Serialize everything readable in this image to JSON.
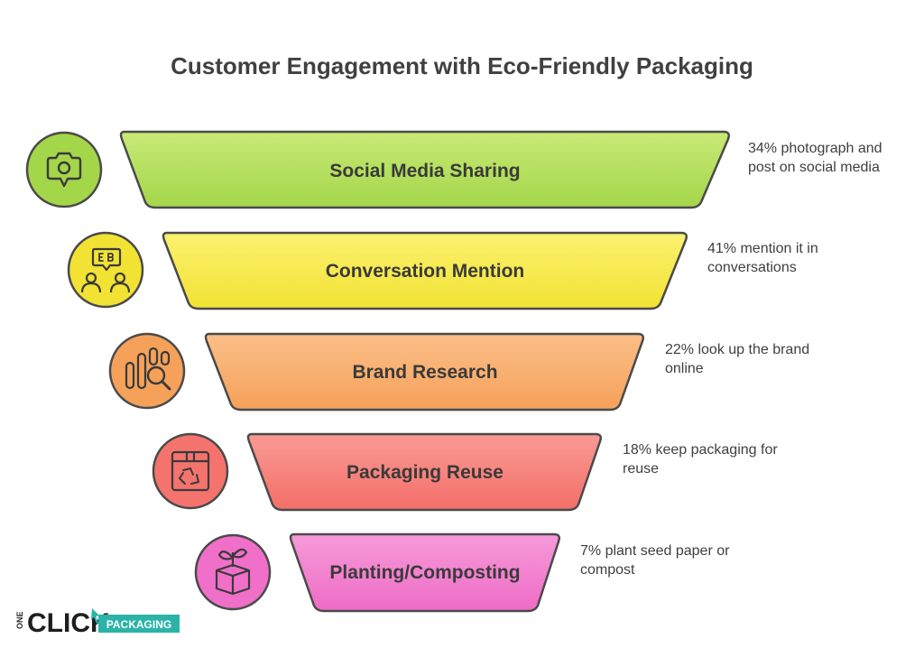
{
  "title": "Customer Engagement with Eco-Friendly Packaging",
  "stages": [
    {
      "label": "Social Media Sharing",
      "desc_line1": "34% photograph and",
      "desc_line2": "post on social media",
      "icon": "camera-icon",
      "fill": "#a4d64a",
      "fill_light": "#c3e86f",
      "stroke": "#4a4a4a"
    },
    {
      "label": "Conversation Mention",
      "desc_line1": "41% mention it in",
      "desc_line2": "conversations",
      "icon": "conversation-icon",
      "fill": "#f2e233",
      "fill_light": "#f8ef5f",
      "stroke": "#4a4a4a"
    },
    {
      "label": "Brand Research",
      "desc_line1": "22% look up the brand",
      "desc_line2": "online",
      "icon": "search-chart-icon",
      "fill": "#f5a15a",
      "fill_light": "#f9bb82",
      "stroke": "#4a4a4a"
    },
    {
      "label": "Packaging Reuse",
      "desc_line1": "18% keep packaging for",
      "desc_line2": "reuse",
      "icon": "recycle-box-icon",
      "fill": "#f5736d",
      "fill_light": "#f79690",
      "stroke": "#4a4a4a"
    },
    {
      "label": "Planting/Composting",
      "desc_line1": "7% plant seed paper or",
      "desc_line2": "compost",
      "icon": "sprout-box-icon",
      "fill": "#f06fc8",
      "fill_light": "#f593d6",
      "stroke": "#4a4a4a"
    }
  ],
  "logo": {
    "one": "ONE",
    "click": "CLICK",
    "packaging": "PACKAGING",
    "accent": "#2bb3a8"
  }
}
